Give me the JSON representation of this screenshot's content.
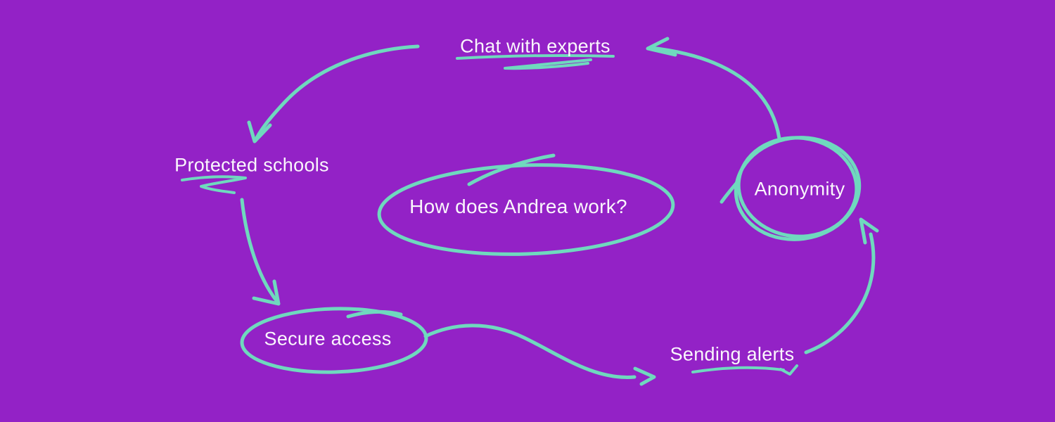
{
  "diagram": {
    "colors": {
      "background": "#9322C6",
      "stroke": "#6FD9BE",
      "text": "#FAF6FC"
    },
    "center": {
      "label": "How does Andrea work?",
      "shape": "hand-drawn-ellipse"
    },
    "nodes": [
      {
        "id": "chat",
        "label": "Chat with experts",
        "decoration": "double-underline"
      },
      {
        "id": "protected",
        "label": "Protected schools",
        "decoration": "zigzag-underline"
      },
      {
        "id": "secure",
        "label": "Secure access",
        "decoration": "hand-drawn-ellipse"
      },
      {
        "id": "sending",
        "label": "Sending alerts",
        "decoration": "underline-with-tick"
      },
      {
        "id": "anonymity",
        "label": "Anonymity",
        "decoration": "scribbled-circle"
      }
    ],
    "edges": [
      {
        "from": "chat",
        "to": "protected"
      },
      {
        "from": "protected",
        "to": "secure"
      },
      {
        "from": "secure",
        "to": "sending"
      },
      {
        "from": "sending",
        "to": "anonymity"
      },
      {
        "from": "anonymity",
        "to": "chat"
      }
    ]
  }
}
